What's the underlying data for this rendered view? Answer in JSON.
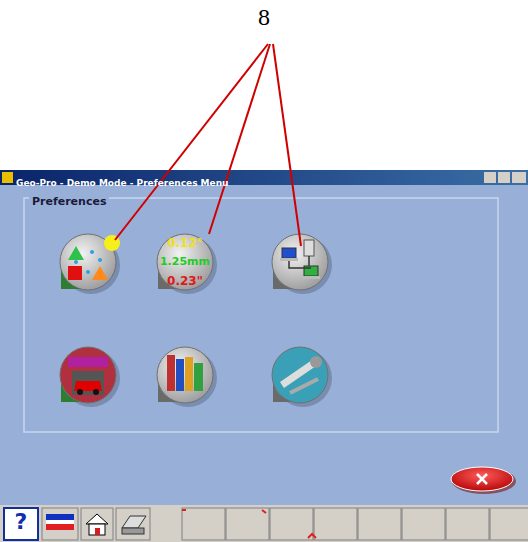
{
  "diagram": {
    "nodes": [
      {
        "text": [
          "Geo-Pro - Demo Mode - Preferences Menu"
        ]
      },
      {
        "text": [
          "Preferences"
        ],
        "in": 0
      }
    ],
    "labels": [
      "8",
      "0.12°",
      "1.25mm",
      "0.23\"",
      "?"
    ]
  }
}
